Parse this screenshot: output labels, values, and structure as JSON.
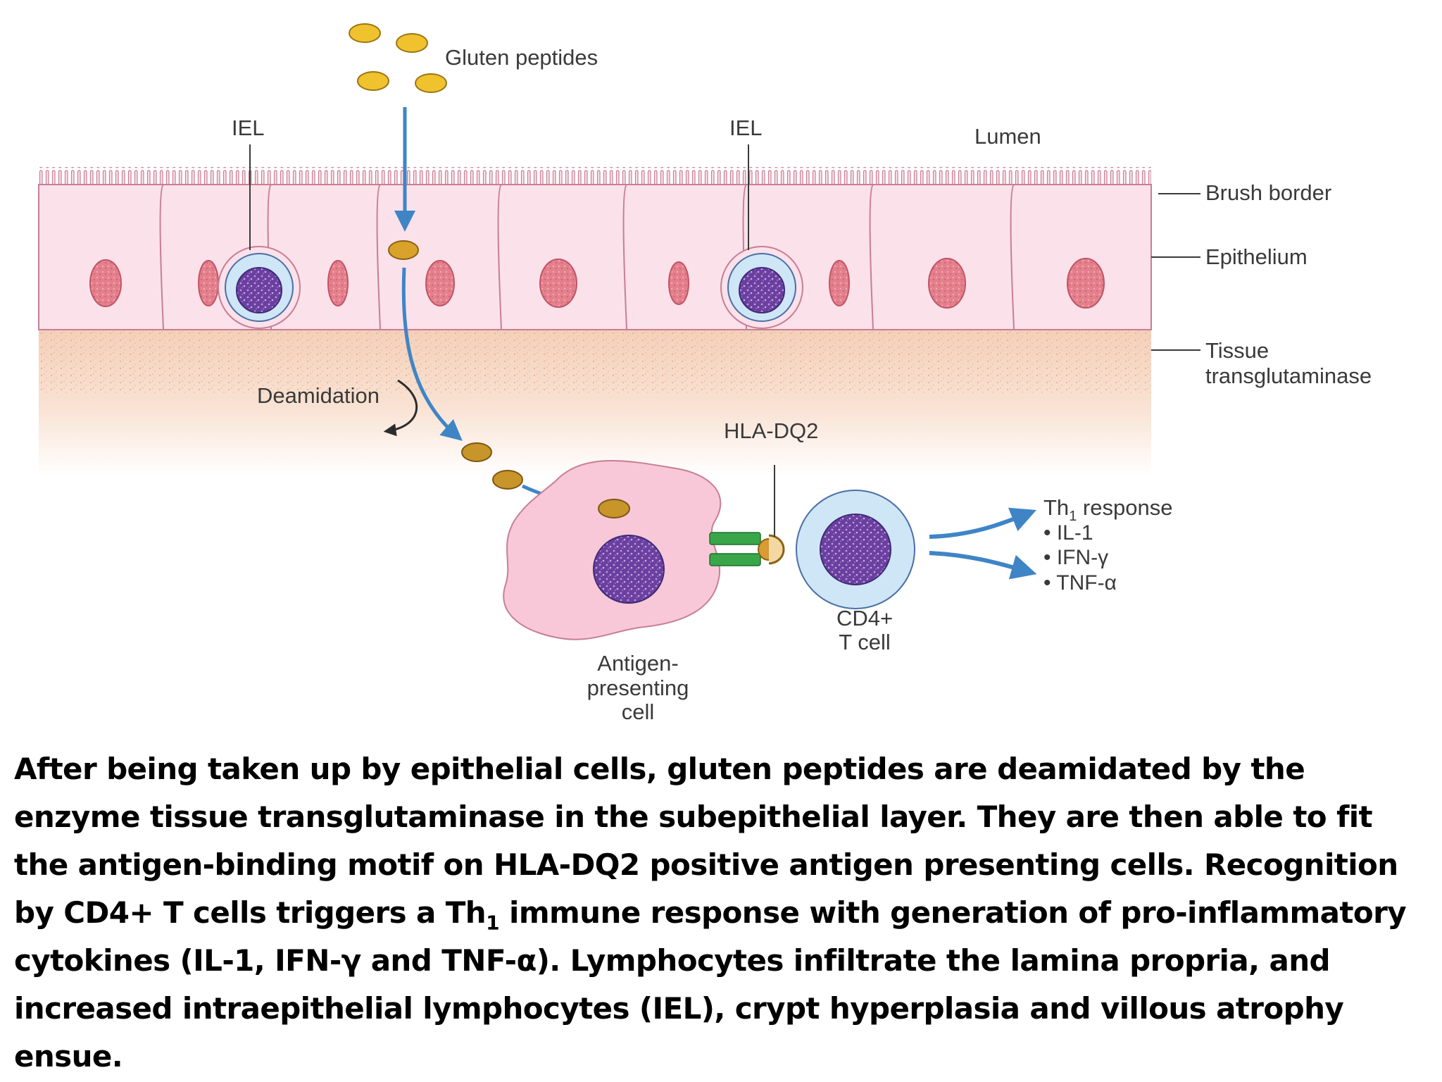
{
  "labels": {
    "gluten_peptides": "Gluten peptides",
    "iel_left": "IEL",
    "iel_right": "IEL",
    "lumen": "Lumen",
    "brush_border": "Brush border",
    "epithelium": "Epithelium",
    "tissue_tg_line1": "Tissue",
    "tissue_tg_line2": "transglutaminase",
    "deamidation": "Deamidation",
    "hla_dq2": "HLA-DQ2",
    "th1_prefix": "Th",
    "th1_sub": "1",
    "th1_suffix": " response",
    "cytokine_1": "• IL-1",
    "cytokine_2": "• IFN-γ",
    "cytokine_3": "• TNF-α",
    "cd4_line1": "CD4+",
    "cd4_line2": "T cell",
    "apc_line1": "Antigen-",
    "apc_line2": "presenting",
    "apc_line3": "cell"
  },
  "caption": {
    "part1": " After being taken up by epithelial cells, gluten peptides are deamidated by the enzyme tissue transglutaminase in the subepithelial layer. They are then able to fit the antigen-binding motif on HLA-DQ2 positive antigen presenting cells. Recognition by CD4+ T cells triggers a Th",
    "sub": "1",
    "part2": " immune response with generation of pro-inflammatory cytokines (IL-1, IFN-γ and TNF-α). Lymphocytes infiltrate the lamina propria, and increased intraepithelial lymphocytes (IEL), crypt hyperplasia and villous atrophy ensue."
  },
  "colors": {
    "epithelium_fill": "#fbe1ea",
    "cell_outline": "#c77f94",
    "nucleus": "#e47c8a",
    "lymphocyte_nucleus": "#5b3d99",
    "lymphocyte_ring": "#c9e2f5",
    "peptide": "#e9b52b",
    "arrow": "#3f85c6",
    "mhc_green": "#3aa64a",
    "subepithelial": "#f6d8c4"
  }
}
